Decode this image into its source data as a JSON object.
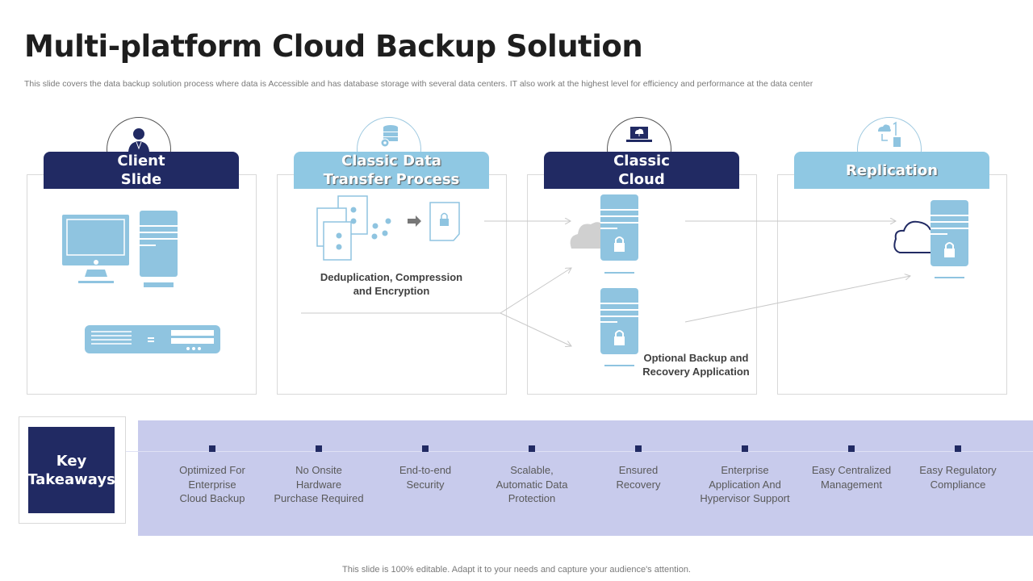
{
  "slide": {
    "title": "Multi-platform Cloud Backup Solution",
    "subtitle": "This slide covers the data backup solution process where data is Accessible and has database storage with several data centers.  IT also  work at the highest level for efficiency and performance at the data center",
    "footer": "This slide is 100% editable. Adapt it to your needs and capture your audience's attention."
  },
  "colors": {
    "dark_navy": "#212a63",
    "light_blue": "#8fc8e3",
    "band": "#c8cbec",
    "icon_blue": "#8fc4e0",
    "border_gray": "#d9d9d9"
  },
  "stages": [
    {
      "label": "Client\nSlide",
      "style": "dark",
      "icon": "user-icon"
    },
    {
      "label": "Classic Data\nTransfer Process",
      "style": "light",
      "icon": "database-gear-icon"
    },
    {
      "label": "Classic\nCloud",
      "style": "dark",
      "icon": "laptop-cloud-icon"
    },
    {
      "label": "Replication",
      "style": "light",
      "icon": "cloud-sync-icon"
    }
  ],
  "captions": {
    "transfer": "Deduplication, Compression\nand Encryption",
    "optional": "Optional Backup and\nRecovery Application"
  },
  "key_takeaways": {
    "label": "Key\nTakeaways",
    "items": [
      "Optimized For\nEnterprise\nCloud Backup",
      "No Onsite\nHardware\nPurchase Required",
      "End-to-end\nSecurity",
      "Scalable,\nAutomatic Data\nProtection",
      "Ensured\nRecovery",
      "Enterprise\nApplication And\nHypervisor Support",
      "Easy Centralized\nManagement",
      "Easy Regulatory\nCompliance"
    ]
  }
}
